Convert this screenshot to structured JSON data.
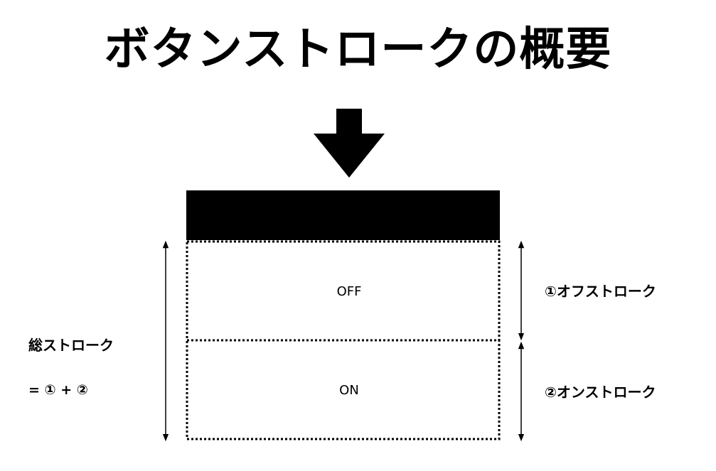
{
  "title": "ボタンストロークの概要",
  "zones": {
    "off_label": "OFF",
    "on_label": "ON"
  },
  "annotations": {
    "off_stroke": "①オフストローク",
    "on_stroke": "②オンストローク",
    "total_stroke": "総ストローク",
    "total_formula": "= ① + ②"
  },
  "colors": {
    "ink": "#000000",
    "background": "#ffffff"
  },
  "icons": {
    "press_arrow": "down-arrow-icon"
  }
}
